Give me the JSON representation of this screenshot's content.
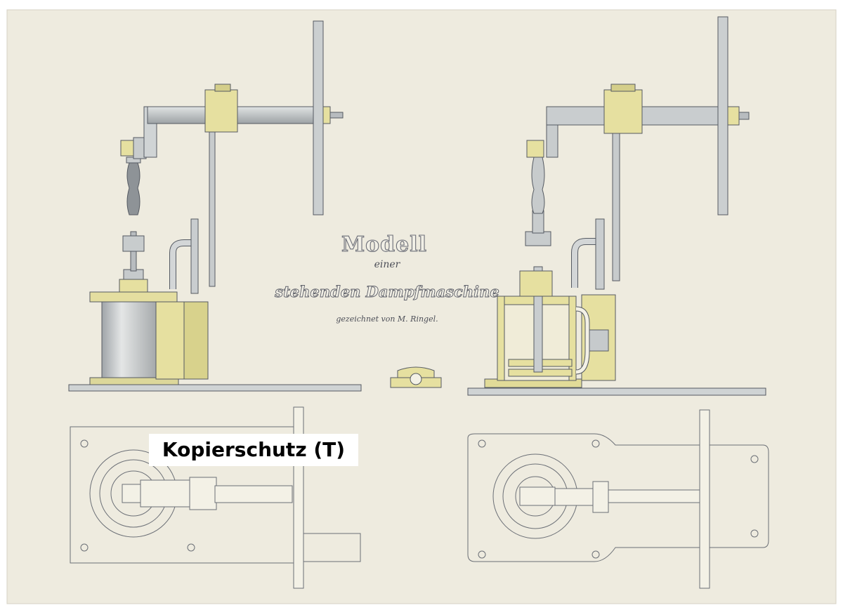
{
  "drawing": {
    "title": "Modell",
    "subtitle_word": "einer",
    "subtitle": "stehenden Dampfmaschine",
    "credit": "gezeichnet von M. Ringel."
  },
  "watermark": {
    "text": "Kopierschutz (T)"
  },
  "colors": {
    "paper": "#eeebdf",
    "steel": "#c9cdcf",
    "brass": "#e6e0a0",
    "ink": "#555a62"
  }
}
